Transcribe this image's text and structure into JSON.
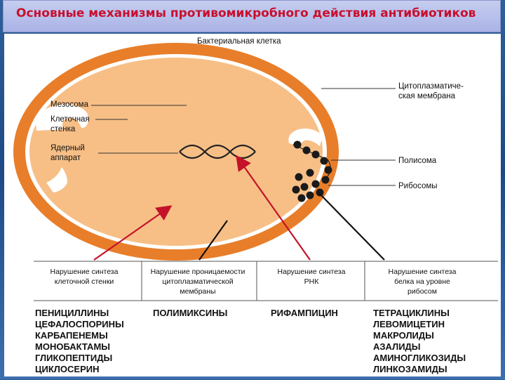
{
  "title": "Основные механизмы противомикробного действия антибиотиков",
  "diagram": {
    "cell_title": "Бактериальная клетка",
    "labels": {
      "mesosome": "Мезосома",
      "cell_wall_1": "Клеточная",
      "cell_wall_2": "стенка",
      "nucleus_1": "Ядерный",
      "nucleus_2": "аппарат",
      "cytoplasmic_1": "Цитоплазматиче-",
      "cytoplasmic_2": "ская мембрана",
      "polysome": "Полисома",
      "ribosomes": "Рибосомы"
    },
    "mechanisms": [
      {
        "lines": [
          "Нарушение синтеза",
          "клеточной стенки"
        ],
        "drugs": [
          "ПЕНИЦИЛЛИНЫ",
          "ЦЕФАЛОСПОРИНЫ",
          "КАРБАПЕНЕМЫ",
          "МОНОБАКТАМЫ",
          "ГЛИКОПЕПТИДЫ",
          "ЦИКЛОСЕРИН"
        ]
      },
      {
        "lines": [
          "Нарушение проницаемости",
          "цитоплазматической",
          "мембраны"
        ],
        "drugs": [
          "ПОЛИМИКСИНЫ"
        ]
      },
      {
        "lines": [
          "Нарушение синтеза",
          "РНК"
        ],
        "drugs": [
          "РИФАМПИЦИН"
        ]
      },
      {
        "lines": [
          "Нарушение синтеза",
          "белка на уровне",
          "рибосом"
        ],
        "drugs": [
          "ТЕТРАЦИКЛИНЫ",
          "ЛЕВОМИЦЕТИН",
          "МАКРОЛИДЫ",
          "АЗАЛИДЫ",
          "АМИНОГЛИКОЗИДЫ",
          "ЛИНКОЗАМИДЫ"
        ]
      }
    ]
  },
  "colors": {
    "cell_wall": "#e87e2a",
    "cytoplasm": "#f7bf86",
    "membrane": "#ffffff",
    "arrow_red": "#c4122a",
    "title_text": "#c8102e"
  }
}
